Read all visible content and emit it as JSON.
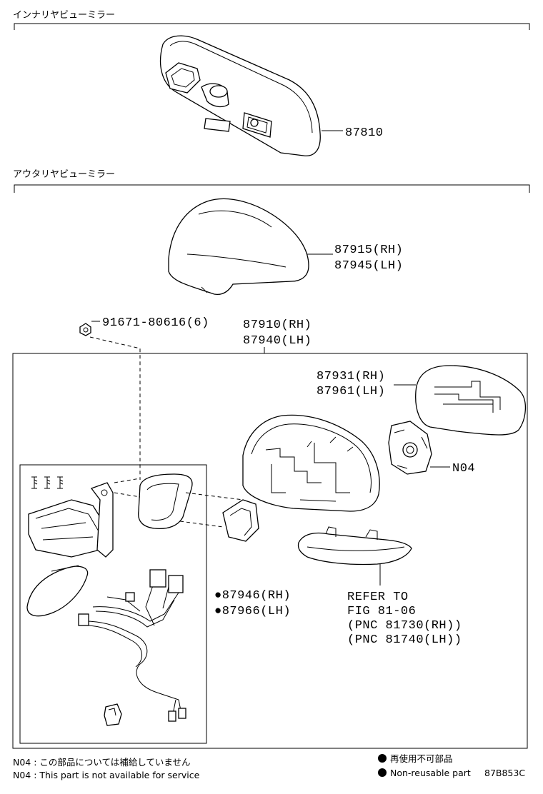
{
  "sections": [
    {
      "title": "インナリヤビューミラー"
    },
    {
      "title": "アウタリヤビューミラー"
    }
  ],
  "callouts": {
    "inner_mirror": "87810",
    "cover_rh": "87915(RH)",
    "cover_lh": "87945(LH)",
    "screw": "91671-80616(6)",
    "assy_rh": "87910(RH)",
    "assy_lh": "87940(LH)",
    "mirror_rh": "87931(RH)",
    "mirror_lh": "87961(LH)",
    "motor": "N04",
    "sub_rh": "●87946(RH)",
    "sub_lh": "●87966(LH)",
    "refer_1": "REFER TO",
    "refer_2": "FIG 81-06",
    "refer_3": "(PNC 81730(RH))",
    "refer_4": "(PNC 81740(LH))"
  },
  "footer": {
    "note_jp": "N04 :  この部品については補給していません",
    "note_en": "N04 :  This part is not available for service",
    "legend_jp": "再使用不可部品",
    "legend_en": "Non-reusable part",
    "code": "87B853C"
  }
}
